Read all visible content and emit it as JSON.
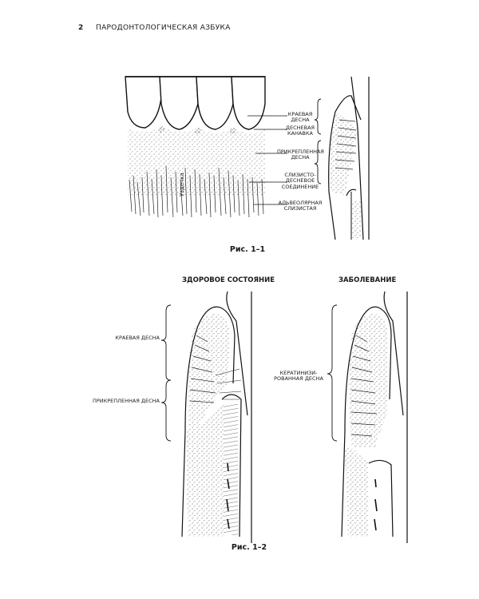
{
  "header": {
    "page_number": "2",
    "running_title": "ПАРОДОНТОЛОГИЧЕСКАЯ АЗБУКА"
  },
  "figure1": {
    "caption": "Рис. 1–1",
    "frenum_label": "Уздечка",
    "labels": {
      "marginal": "КРАЕВАЯ ДЕСНА",
      "sulcus_1": "ДЕСНЕВАЯ",
      "sulcus_2": "КАНАВКА",
      "attached_1": "ПРИКРЕПЛЕННАЯ",
      "attached_2": "ДЕСНА",
      "mucogingival_1": "СЛИЗИСТО-",
      "mucogingival_2": "ДЕСНЕВОЕ",
      "mucogingival_3": "СОЕДИНЕНИЕ",
      "alveolar_1": "АЛЬВЕОЛЯРНАЯ",
      "alveolar_2": "СЛИЗИСТАЯ"
    }
  },
  "figure2": {
    "caption": "Рис. 1–2",
    "heading_healthy": "ЗДОРОВОЕ СОСТОЯНИЕ",
    "heading_disease": "ЗАБОЛЕВАНИЕ",
    "labels": {
      "marginal": "КРАЕВАЯ ДЕСНА",
      "attached": "ПРИКРЕПЛЕННАЯ ДЕСНА",
      "keratinized_1": "КЕРАТИНИЗИ-",
      "keratinized_2": "РОВАННАЯ ДЕСНА"
    }
  }
}
